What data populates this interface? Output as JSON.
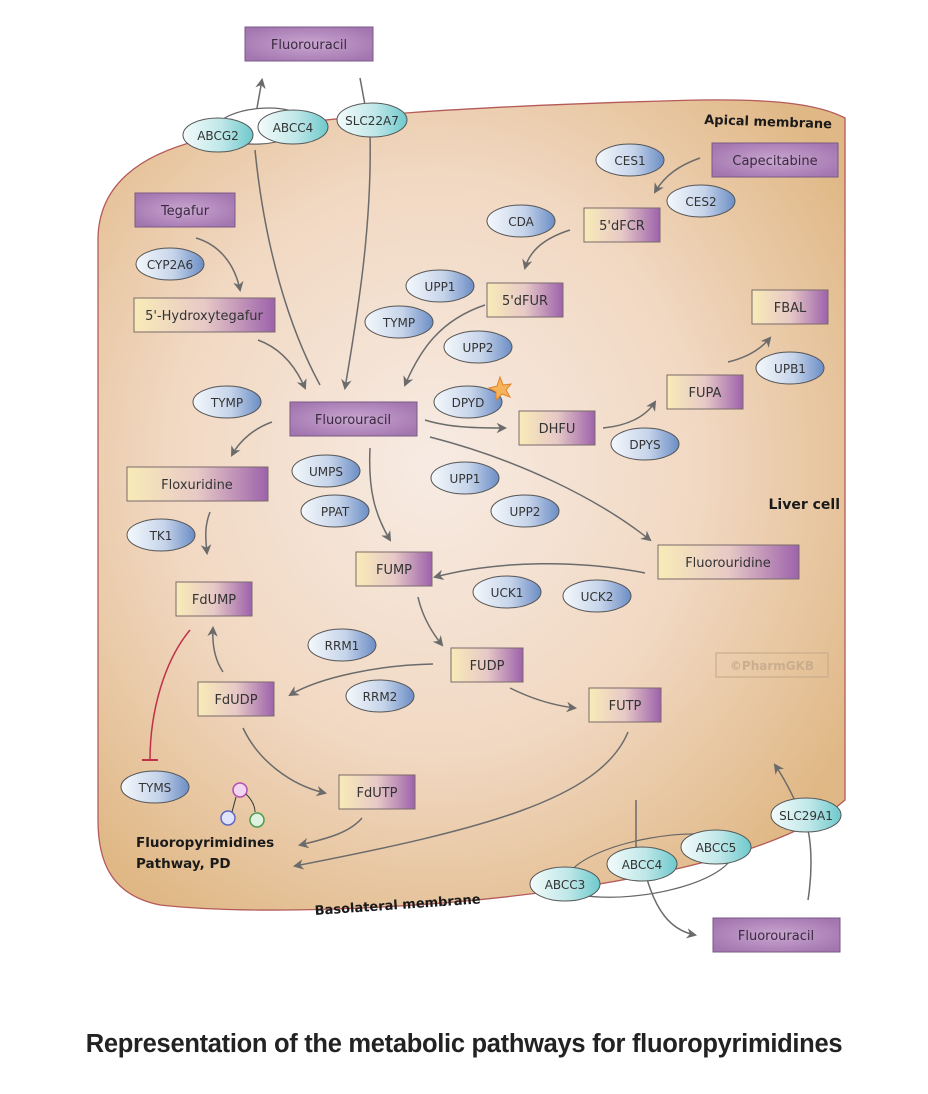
{
  "caption": "Representation of the metabolic pathways for fluoropyrimidines",
  "colors": {
    "cell_fill_light": "#f5e6dc",
    "cell_fill_dark": "#e2bb8a",
    "cell_border": "#b55a5a",
    "drug_box": "#a878b4",
    "metabolite_light": "#f8e6b0",
    "metabolite_dark": "#a268ae",
    "enzyme_light": "#f2f6fa",
    "enzyme_dark": "#6c8fc6",
    "transporter_light": "#f2fafa",
    "transporter_dark": "#6ccccc",
    "arrow": "#6b6b6b",
    "inhibition": "#c0304a",
    "star": "#f4a64a"
  },
  "labels": {
    "apical_membrane": "Apical membrane",
    "basolateral_membrane": "Basolateral membrane",
    "liver_cell": "Liver cell",
    "watermark": "©PharmGKB",
    "pd_pathway_line1": "Fluoropyrimidines",
    "pd_pathway_line2": "Pathway, PD"
  },
  "drugs": {
    "fluorouracil_top": "Fluorouracil",
    "capecitabine": "Capecitabine",
    "tegafur": "Tegafur",
    "fluorouracil_center": "Fluorouracil",
    "fluorouracil_bottom": "Fluorouracil"
  },
  "metabolites": {
    "5dfcr": "5'dFCR",
    "5dfur": "5'dFUR",
    "hydroxytegafur": "5'-Hydroxytegafur",
    "fbal": "FBAL",
    "fupa": "FUPA",
    "dhfu": "DHFU",
    "floxuridine": "Floxuridine",
    "fluorouridine": "Fluorouridine",
    "fump": "FUMP",
    "fdump": "FdUMP",
    "fudp": "FUDP",
    "fdudp": "FdUDP",
    "futp": "FUTP",
    "fdutp": "FdUTP"
  },
  "enzymes": {
    "ces1": "CES1",
    "ces2": "CES2",
    "cda": "CDA",
    "cyp2a6": "CYP2A6",
    "upp1_a": "UPP1",
    "tymp_a": "TYMP",
    "upp2_a": "UPP2",
    "upb1": "UPB1",
    "tymp_b": "TYMP",
    "dpyd": "DPYD",
    "dpys": "DPYS",
    "umps": "UMPS",
    "ppat": "PPAT",
    "upp1_b": "UPP1",
    "upp2_b": "UPP2",
    "tk1": "TK1",
    "uck1": "UCK1",
    "uck2": "UCK2",
    "rrm1": "RRM1",
    "rrm2": "RRM2",
    "tyms": "TYMS"
  },
  "transporters": {
    "abcg2": "ABCG2",
    "abcc4_top": "ABCC4",
    "slc22a7": "SLC22A7",
    "slc29a1": "SLC29A1",
    "abcc5": "ABCC5",
    "abcc4_bottom": "ABCC4",
    "abcc3": "ABCC3"
  }
}
